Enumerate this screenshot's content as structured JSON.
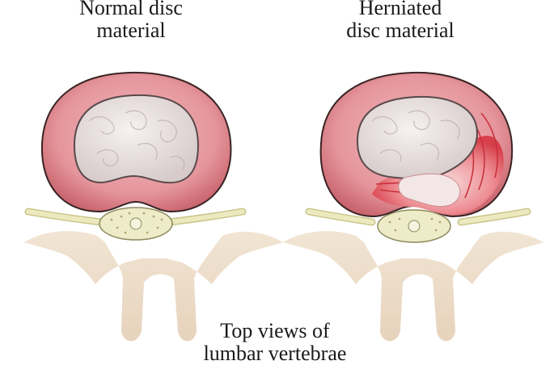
{
  "labels": {
    "normal": {
      "line1": "Normal disc",
      "line2": "material"
    },
    "herniated": {
      "line1": "Herniated",
      "line2": "disc material"
    },
    "caption": {
      "line1": "Top views of",
      "line2": "lumbar vertebrae"
    }
  },
  "colors": {
    "annulus": "#e79aa0",
    "annulus_dark": "#b8535c",
    "nucleus": "#ebe2e2",
    "bone": "#e9d6bf",
    "nerve": "#e9e6b8",
    "herniation": "#e0404a"
  }
}
